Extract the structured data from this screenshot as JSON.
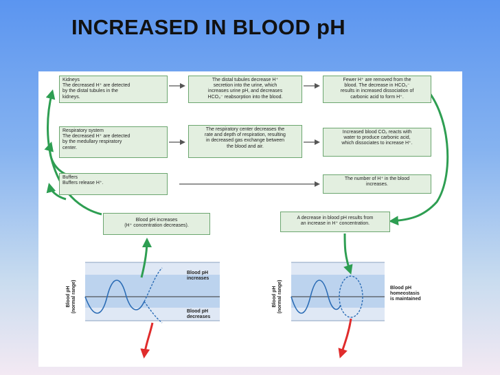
{
  "title": "INCREASED IN BLOOD pH",
  "boxes": {
    "kidneys_left": "Kidneys\nThe decreased H⁺ are detected\nby the distal tubules in the\nkidneys.",
    "kidneys_mid": "The distal tubules decrease H⁺\nsecretion into the urine, which\nincreases urine pH, and decreases\nHCO₃⁻ reabsorption into the blood.",
    "kidneys_right": "Fewer H⁺ are removed from the\nblood. The decrease in HCO₃⁻\nresults in increased dissociation of\ncarbonic acid to form H⁺.",
    "resp_left": "Respiratory system\nThe decreased H⁺ are detected\nby the medullary respiratory\ncenter.",
    "resp_mid": "The respiratory center decreases the\nrate and depth of respiration, resulting\nin decreased gas exchange between\nthe blood and air.",
    "resp_right": "Increased blood CO₂ reacts with\nwater to produce carbonic acid,\nwhich dissociates to increase H⁺.",
    "buffers_left": "Buffers\nBuffers release H⁺.",
    "buffers_right": "The number of H⁺ in the blood\nincreases.",
    "ph_increases": "Blood pH increases\n(H⁺ concentration decreases).",
    "ph_decrease_result": "A decrease in blood pH results from\nan increase in H⁺ concentration."
  },
  "graphs": {
    "left": {
      "axis_title": "Blood pH\n(normal range)",
      "label_top": "Blood pH\nincreases",
      "label_bottom": "Blood pH\ndecreases"
    },
    "right": {
      "axis_title": "Blood pH\n(normal range)",
      "label_right": "Blood pH\nhomeostasis\nis maintained"
    }
  },
  "colors": {
    "background_top": "#5b95f0",
    "background_bottom": "#f3e9f3",
    "box_fill": "#e3efe0",
    "box_border": "#6aa56e",
    "arrow_green": "#2e9e52",
    "arrow_red": "#e02c2c",
    "band_blue": "#bcd3ee",
    "curve_blue": "#2b6cb5"
  }
}
